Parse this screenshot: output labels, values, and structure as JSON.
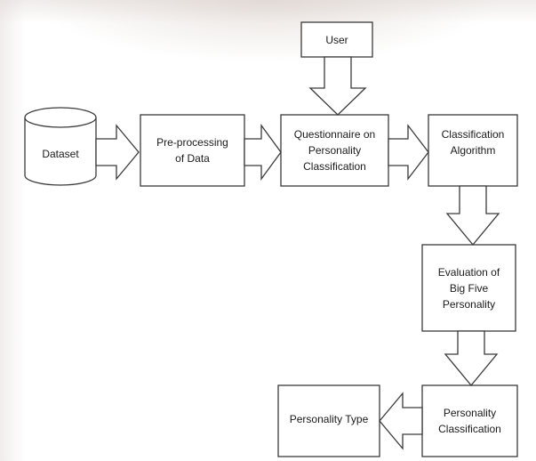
{
  "diagram": {
    "nodes": {
      "user": [
        "User"
      ],
      "dataset": [
        "Dataset"
      ],
      "preprocessing": [
        "Pre-processing",
        "of Data"
      ],
      "questionnaire": [
        "Questionnaire on",
        "Personality",
        "Classification"
      ],
      "classification_algorithm": [
        "Classification",
        "Algorithm"
      ],
      "evaluation": [
        "Evaluation of",
        "Big Five",
        "Personality"
      ],
      "personality_classification": [
        "Personality",
        "Classification"
      ],
      "personality_type": [
        "Personality Type"
      ]
    }
  }
}
